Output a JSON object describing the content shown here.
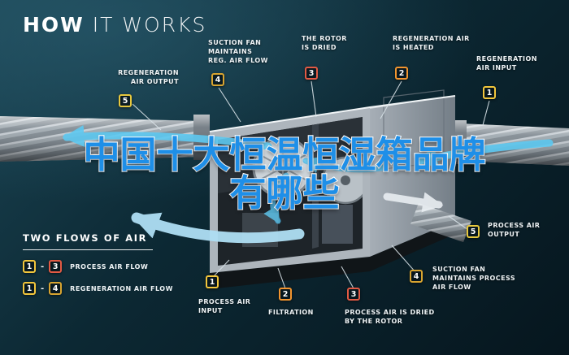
{
  "title": {
    "bold": "HOW",
    "light": " IT WORKS"
  },
  "overlay": {
    "line1": "中国十大恒温恒湿箱品牌",
    "line2": "有哪些",
    "text_color": "#1E8FE8",
    "outline_color": "#FFFFFF"
  },
  "callouts": [
    {
      "number": "5",
      "text": "REGENERATION\nAIR OUTPUT"
    },
    {
      "number": "4",
      "text": "SUCTION FAN\nMAINTAINS\nREG. AIR FLOW"
    },
    {
      "number": "3",
      "text": "THE ROTOR\nIS DRIED"
    },
    {
      "number": "2",
      "text": "REGENERATION AIR\nIS HEATED"
    },
    {
      "number": "1",
      "text": "REGENERATION\nAIR INPUT"
    },
    {
      "number": "5",
      "text": "PROCESS AIR\nOUTPUT"
    },
    {
      "number": "4",
      "text": "SUCTION FAN\nMAINTAINS PROCESS\nAIR FLOW"
    },
    {
      "number": "3",
      "text": "PROCESS AIR IS DRIED\nBY THE ROTOR"
    },
    {
      "number": "2",
      "text": "FILTRATION"
    },
    {
      "number": "1",
      "text": "PROCESS AIR\nINPUT"
    }
  ],
  "legend": {
    "heading": "TWO FLOWS OF AIR",
    "separator": "-",
    "items": [
      {
        "from": "1",
        "to": "3",
        "label": "PROCESS AIR FLOW"
      },
      {
        "from": "1",
        "to": "4",
        "label": "REGENERATION AIR FLOW"
      }
    ]
  },
  "badge_colors": {
    "1": "#F2C63C",
    "2": "#F2952F",
    "3": "#E25A44",
    "4": "#D8A430",
    "5": "#E7C83E"
  },
  "colors": {
    "background_top": "#1B4554",
    "background_bottom": "#06161E",
    "airflow_blue": "#5EC9F1",
    "airflow_light": "#AFDFF4",
    "label_text": "#EEF3F5"
  }
}
